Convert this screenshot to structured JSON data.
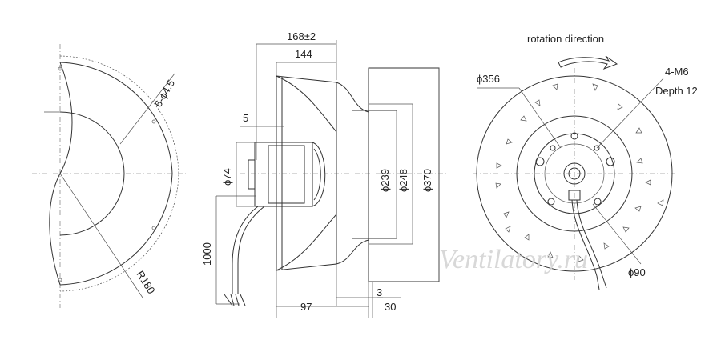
{
  "side_view": {
    "overall_length": "168±2",
    "body_length": "144",
    "flange_thickness": "5",
    "motor_diameter": "ϕ74",
    "cable_length": "1000",
    "inlet_diameter": "ϕ239",
    "ring_diameter": "ϕ248",
    "housing_diameter": "ϕ370",
    "gap": "3",
    "depth_a": "97",
    "depth_b": "30"
  },
  "left_view": {
    "holes": "6-ϕ4.5",
    "radius": "R180"
  },
  "front_view": {
    "rotation_label": "rotation direction",
    "outer_diameter": "ϕ356",
    "thread": "4-M6",
    "thread_depth": "Depth 12",
    "hub_diameter": "ϕ90"
  },
  "watermark": "Ventilatory.ru"
}
